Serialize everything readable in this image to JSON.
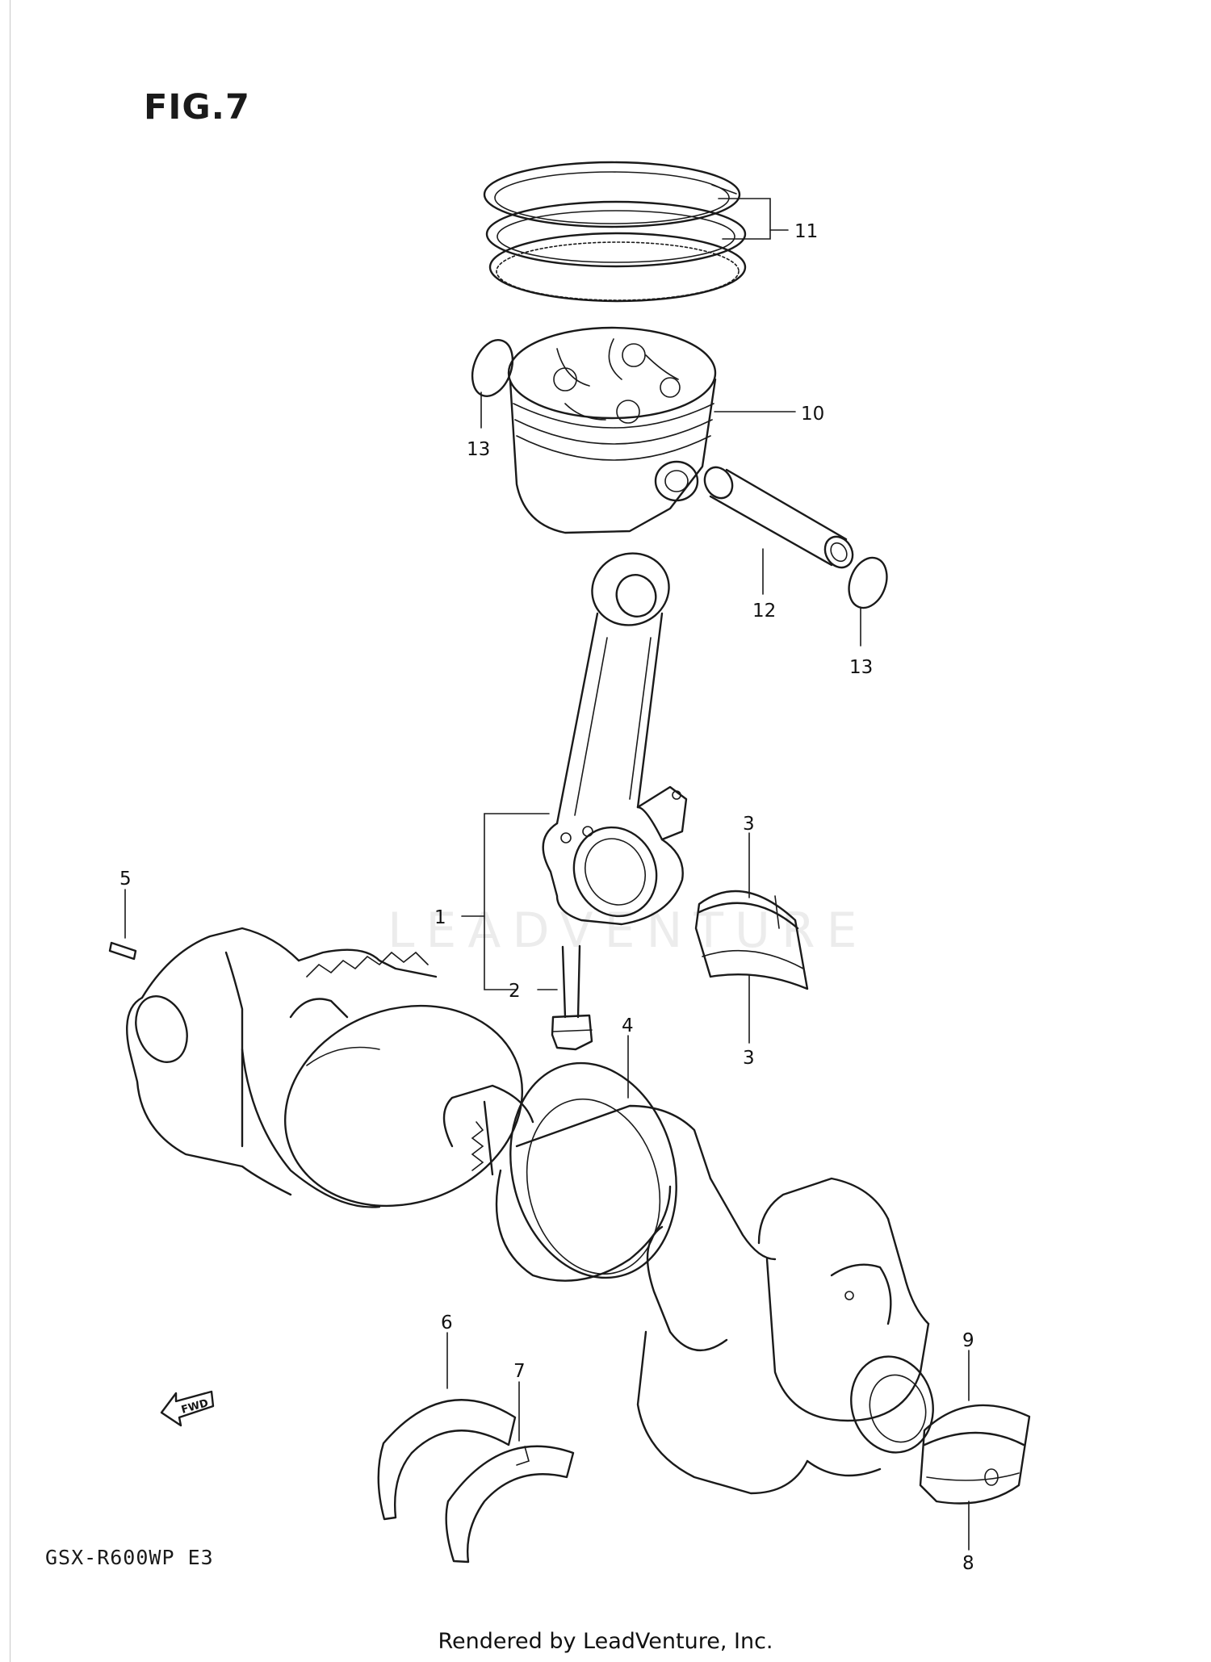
{
  "figure_title": "FIG.7",
  "model_code": "GSX-R600WP  E3",
  "footer_text": "Rendered by LeadVenture, Inc.",
  "watermark_text": "LEADVENTURE",
  "fwd_label": "FWD",
  "callouts": {
    "c1": "1",
    "c2": "2",
    "c3a": "3",
    "c3b": "3",
    "c4": "4",
    "c5": "5",
    "c6": "6",
    "c7": "7",
    "c8": "8",
    "c9": "9",
    "c10": "10",
    "c11": "11",
    "c12": "12",
    "c13a": "13",
    "c13b": "13"
  }
}
